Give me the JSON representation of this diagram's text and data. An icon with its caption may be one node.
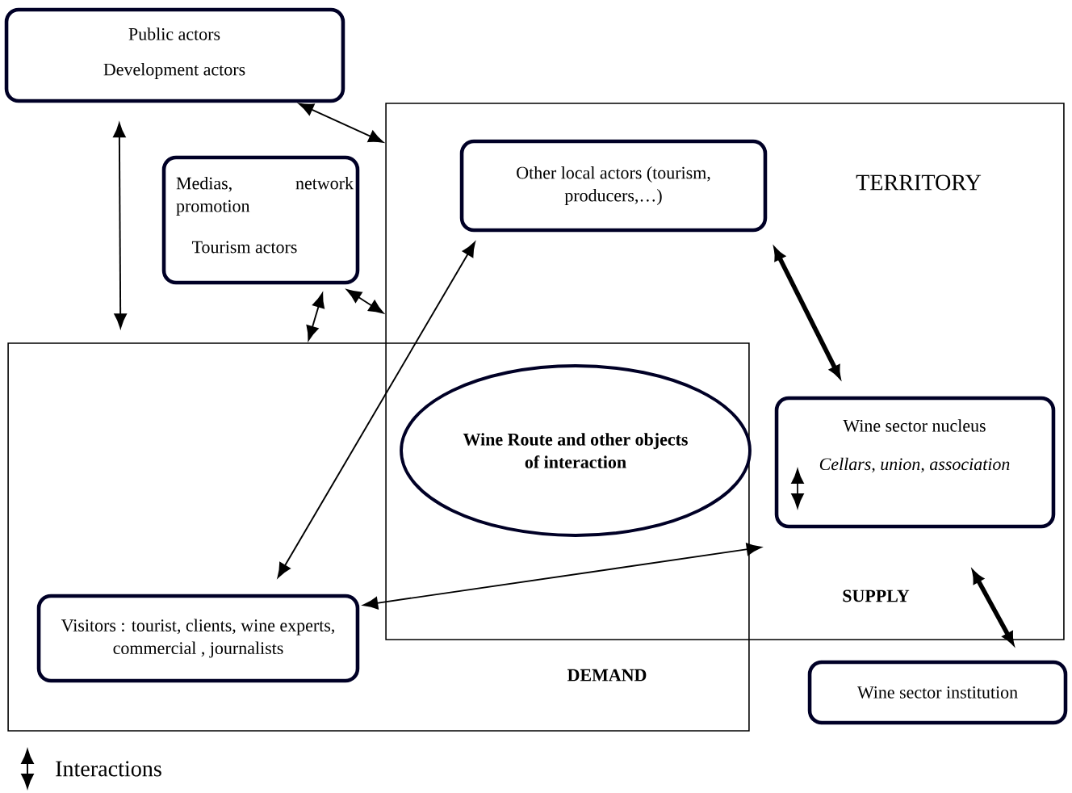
{
  "diagram": {
    "nodes": [
      {
        "text": [
          "Public actors",
          "Development actors"
        ]
      },
      {
        "text": [
          "TERRITORY",
          "SUPPLY"
        ]
      },
      {
        "text": [
          "Medias, network promotion",
          "Tourism actors"
        ]
      },
      {
        "text": [
          "Other local actors (tourism, producers,…)"
        ],
        "in": 1
      },
      {
        "text": [
          "DEMAND"
        ]
      },
      {
        "text": [
          "**Wine Route and other objects of interaction**"
        ]
      },
      {
        "text": [
          "Wine sector nucleus",
          "*Cellars, union, association*"
        ],
        "in": 1
      },
      {
        "text": [
          "Visitors : tourist, clients, wine experts, commercial , journalists"
        ],
        "in": 4
      },
      {
        "text": [
          "Wine sector institution"
        ]
      }
    ],
    "edges": [
      {
        "from": 0,
        "to": 1,
        "arrow": "both"
      },
      {
        "from": 0,
        "to": 4,
        "arrow": "both"
      },
      {
        "from": 2,
        "to": 1,
        "arrow": "both"
      },
      {
        "from": 2,
        "to": 4,
        "arrow": "both"
      },
      {
        "from": 3,
        "to": 7,
        "arrow": "both"
      },
      {
        "from": 3,
        "to": 6,
        "arrow": "both",
        "style": "thick"
      },
      {
        "from": 7,
        "to": 6,
        "arrow": "both"
      },
      {
        "from": 6,
        "to": 8,
        "arrow": "both",
        "style": "thick"
      }
    ],
    "legend": [
      {
        "text": "Interactions"
      }
    ]
  }
}
